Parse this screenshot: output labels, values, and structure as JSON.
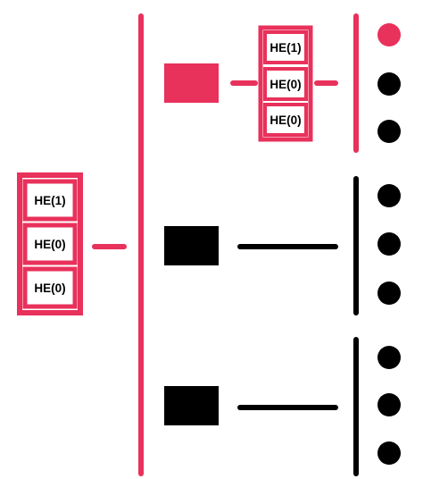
{
  "colors": {
    "accent": "#e8315b",
    "dark": "#000000",
    "background": "#ffffff"
  },
  "left_stack": {
    "labels": [
      "HE(1)",
      "HE(0)",
      "HE(0)"
    ]
  },
  "branches": [
    {
      "color": "accent",
      "has_stack": true,
      "stack_labels": [
        "HE(1)",
        "HE(0)",
        "HE(0)"
      ],
      "outputs": [
        "accent",
        "dark",
        "dark"
      ]
    },
    {
      "color": "dark",
      "has_stack": false,
      "outputs": [
        "dark",
        "dark",
        "dark"
      ]
    },
    {
      "color": "dark",
      "has_stack": false,
      "outputs": [
        "dark",
        "dark",
        "dark"
      ]
    }
  ]
}
